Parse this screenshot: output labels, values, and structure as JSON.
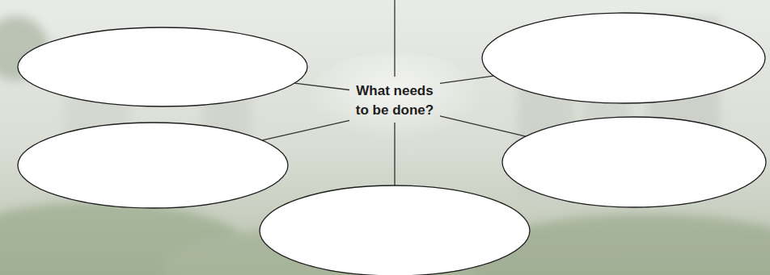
{
  "diagram": {
    "nodes": [
      {
        "text": [
          "What needs to be done?"
        ]
      },
      {
        "text": []
      },
      {
        "text": []
      },
      {
        "text": []
      },
      {
        "text": []
      },
      {
        "text": []
      }
    ],
    "edges": [
      {
        "from": 0,
        "to": 1,
        "arrow": "none"
      },
      {
        "from": 0,
        "to": 2,
        "arrow": "none"
      },
      {
        "from": 0,
        "to": 3,
        "arrow": "none"
      },
      {
        "from": 0,
        "to": 4,
        "arrow": "none"
      },
      {
        "from": 0,
        "to": 5,
        "arrow": "none"
      }
    ]
  }
}
